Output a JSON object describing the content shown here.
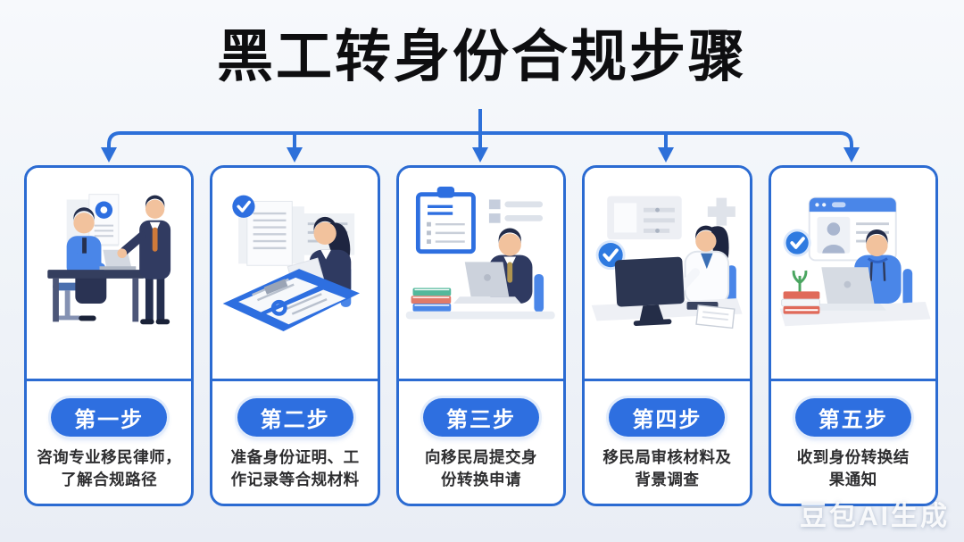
{
  "title": "黑工转身份合规步骤",
  "watermark": "豆包AI生成",
  "colors": {
    "accent_blue": "#2e6fe0",
    "card_border": "#2b6bd2",
    "arrow_blue": "#2d70d9",
    "navy_suit": "#2f3a61",
    "background": "#eff3f8",
    "title_color": "#0e0e10",
    "text_color": "#2e2e30",
    "badge_text": "#ffffff"
  },
  "steps": [
    {
      "badge": "第一步",
      "description": "咨询专业移民律师，\n了解合规路径",
      "illustration": "consult-immigration-lawyer-scene"
    },
    {
      "badge": "第二步",
      "description": "准备身份证明、工\n作记录等合规材料",
      "illustration": "prepare-identity-documents-scene"
    },
    {
      "badge": "第三步",
      "description": "向移民局提交身\n份转换申请",
      "illustration": "submit-application-laptop-scene"
    },
    {
      "badge": "第四步",
      "description": "移民局审核材料及\n背景调查",
      "illustration": "officer-review-background-check-scene"
    },
    {
      "badge": "第五步",
      "description": "收到身份转换结\n果通知",
      "illustration": "receive-result-notification-scene"
    }
  ]
}
